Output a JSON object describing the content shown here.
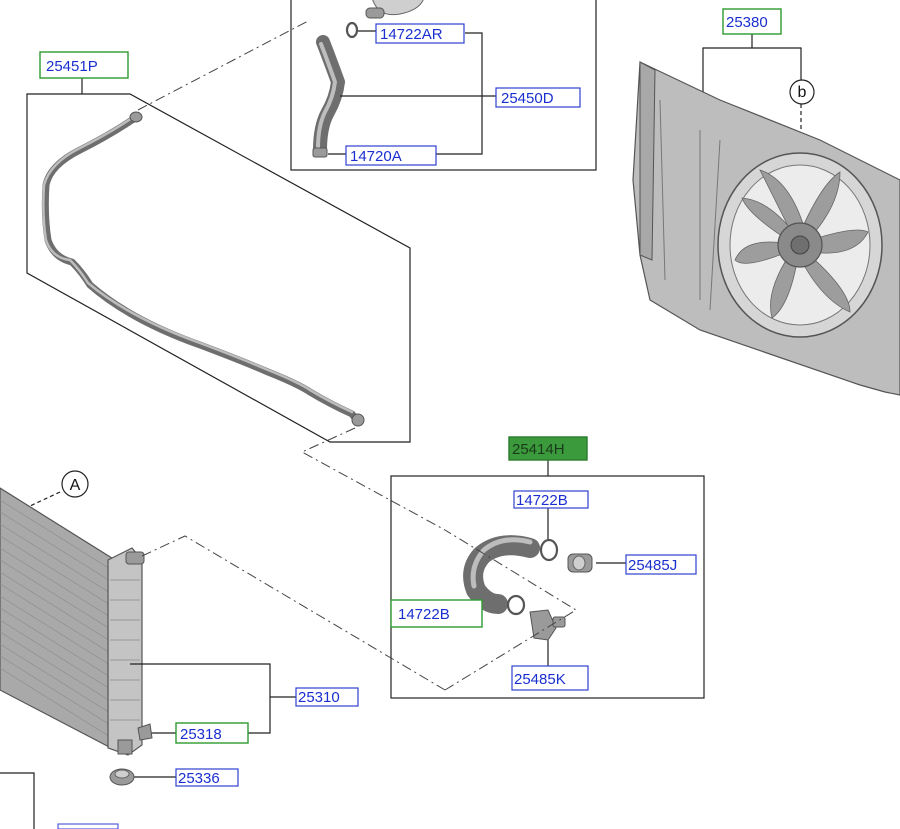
{
  "labels": {
    "p14722AR": "14722AR",
    "p25450D": "25450D",
    "p14720A": "14720A",
    "p25451P": "25451P",
    "p25380": "25380",
    "p25414H": "25414H",
    "p14722B_top": "14722B",
    "p25485J": "25485J",
    "p14722B_left": "14722B",
    "p25485K": "25485K",
    "p25310": "25310",
    "p25318": "25318",
    "p25336": "25336"
  },
  "callouts": {
    "b": "b",
    "A": "A"
  },
  "colors": {
    "label_text": "#1a2fd0",
    "box_green": "#2e9a2e",
    "highlight_green": "#3b9a3b"
  }
}
